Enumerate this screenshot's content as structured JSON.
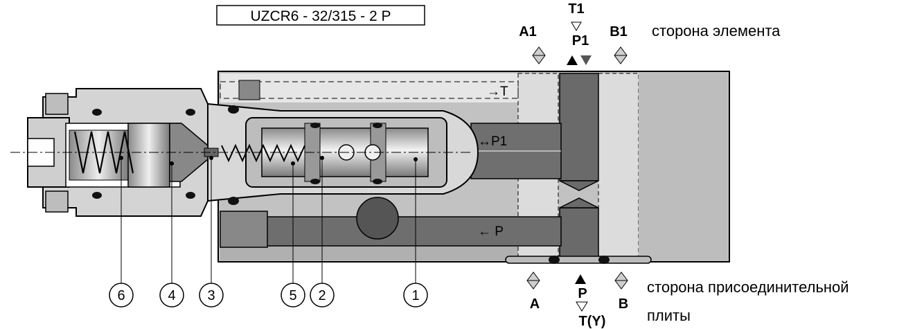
{
  "model_code": "UZCR6 - 32/315 - 2 P",
  "top_side": {
    "label": "сторона элемента",
    "ports": {
      "a1": "A1",
      "t1": "T1",
      "p1": "P1",
      "b1": "B1"
    }
  },
  "bottom_side": {
    "label_line1": "сторона присоединительной",
    "label_line2": "плиты",
    "ports": {
      "a": "A",
      "p": "P",
      "t": "T(Y)",
      "b": "B"
    }
  },
  "flow_labels": {
    "t": "→T",
    "p1": "↔P1",
    "p": "← P"
  },
  "callouts": [
    "6",
    "4",
    "3",
    "5",
    "2",
    "1"
  ],
  "colors": {
    "outline": "#000000",
    "body_light": "#e3e3e3",
    "body_mid": "#bcbcbc",
    "channel_dark": "#6e6e6e",
    "spool_dark": "#5c5c5c",
    "metal_light": "#d6d6d6"
  }
}
